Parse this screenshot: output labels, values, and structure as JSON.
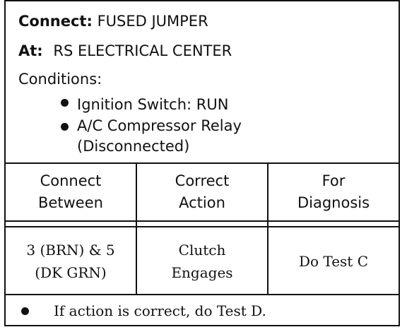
{
  "header": {
    "connect_label": "Connect:",
    "connect_value": "FUSED JUMPER",
    "at_label": "At:",
    "at_value": "RS ELECTRICAL CENTER",
    "conditions_label": "Conditions:",
    "conditions": [
      "Ignition Switch: RUN",
      "A/C Compressor Relay (Disconnected)"
    ]
  },
  "table": {
    "columns": [
      "Connect Between",
      "Correct Action",
      "For Diagnosis"
    ],
    "rows": [
      [
        "3 (BRN) & 5 (DK GRN)",
        "Clutch Engages",
        "Do Test C"
      ]
    ]
  },
  "note": "If action is correct, do Test D."
}
